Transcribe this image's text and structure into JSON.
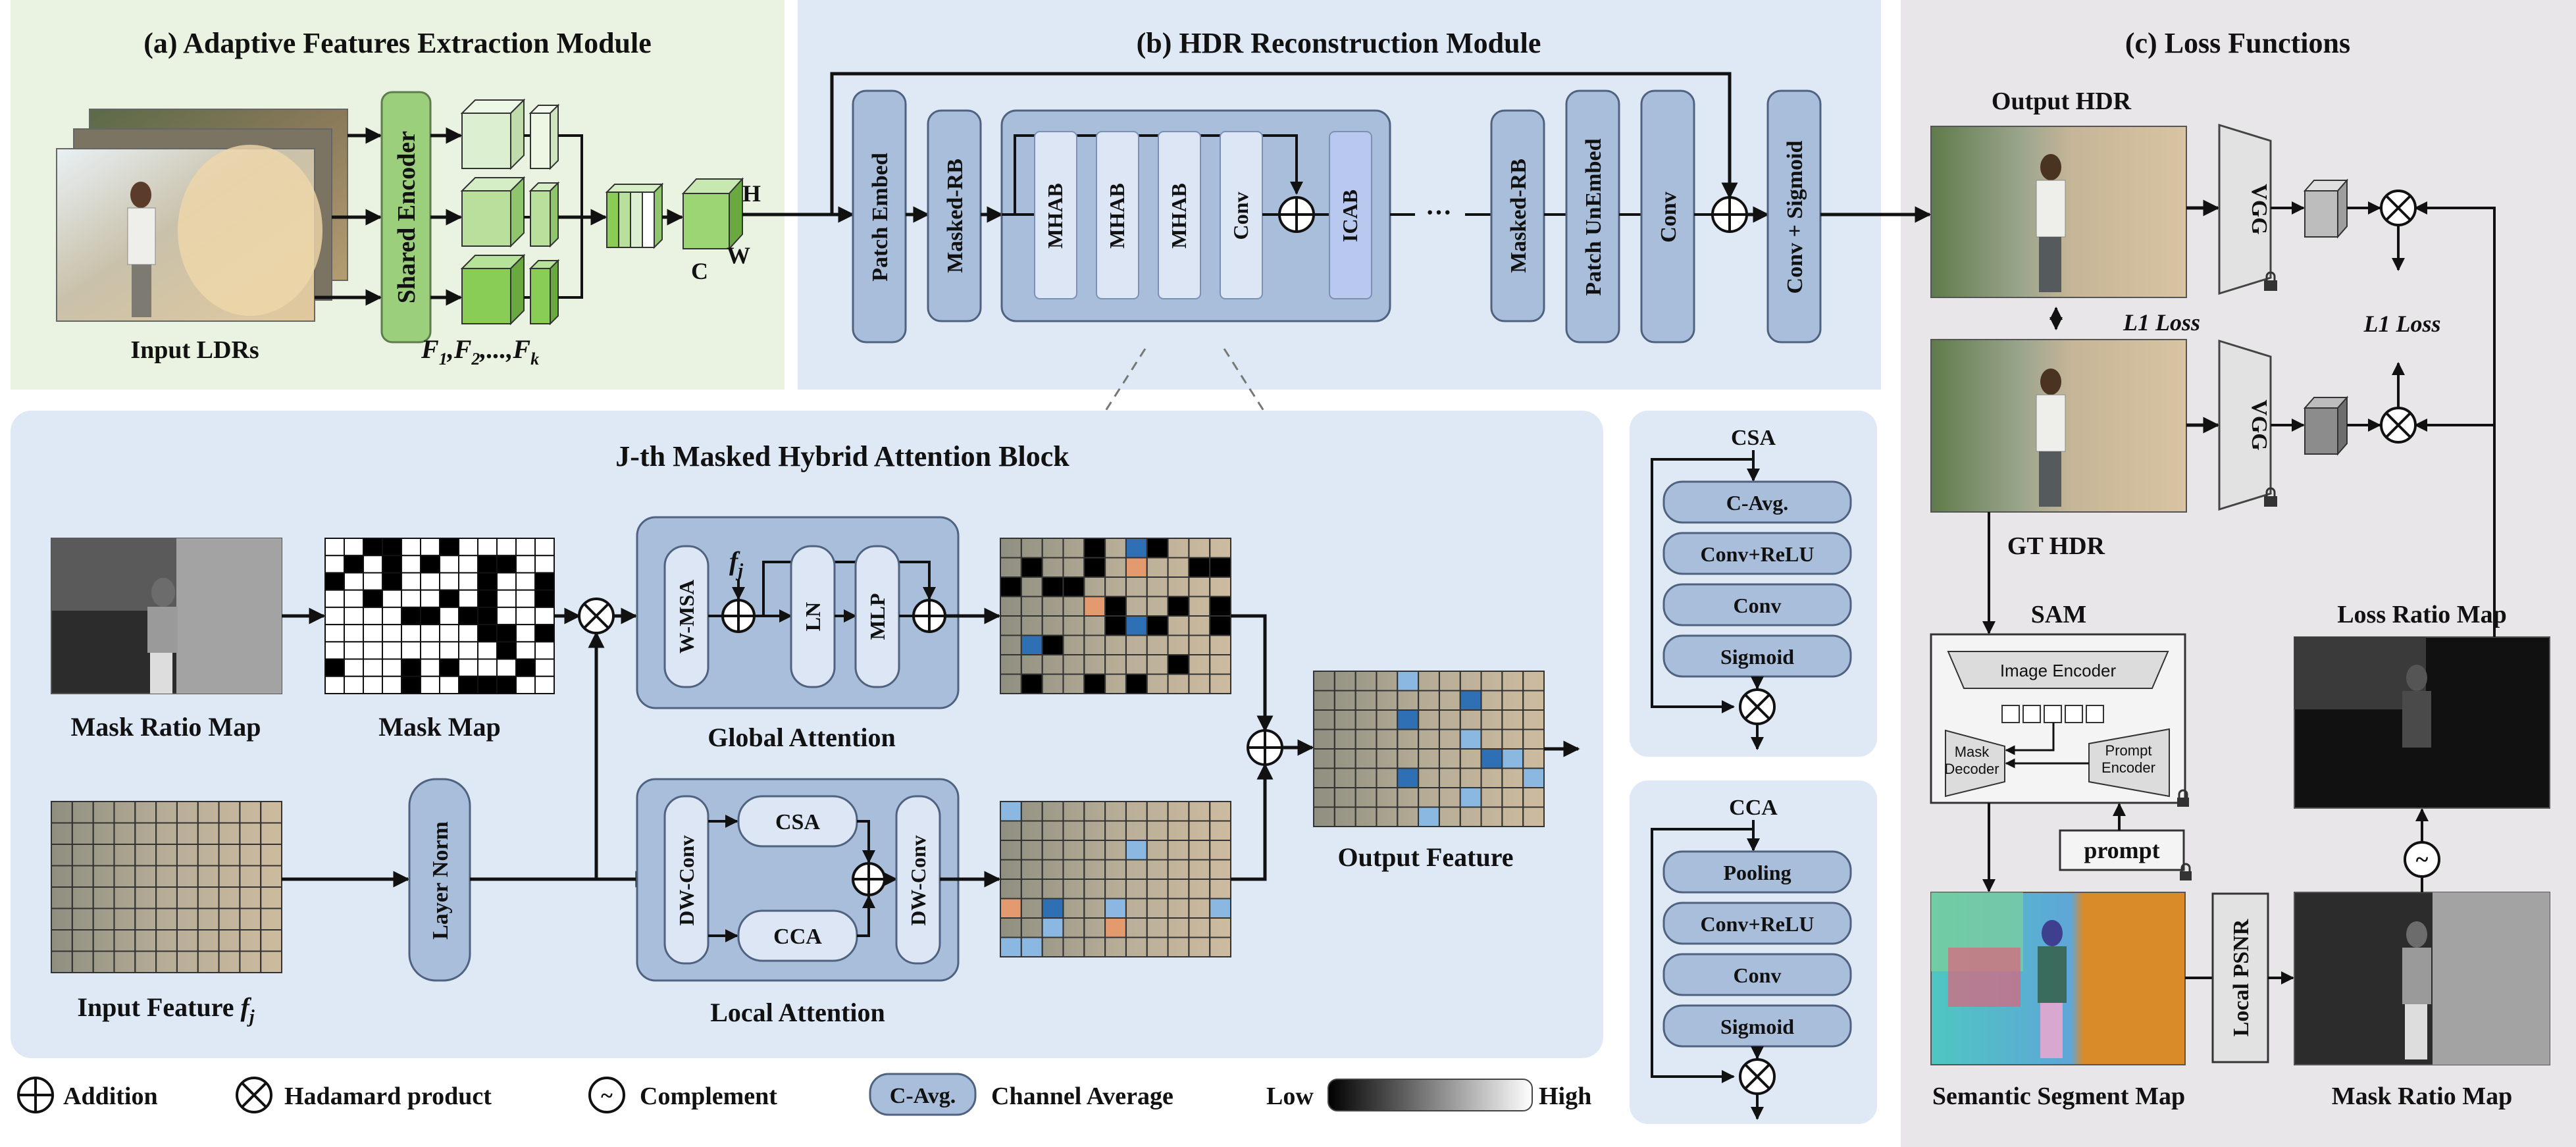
{
  "colors": {
    "panel_a": "#eaf3e2",
    "panel_b": "#dfe8f5",
    "panel_c": "#e8e6e8",
    "block_blue": "#a9bedb",
    "block_light": "#dce6f4",
    "icab": "#b8c8ee",
    "shared_encoder": "#9ccf7c"
  },
  "panel_a": {
    "title": "(a) Adaptive Features Extraction Module",
    "shared_encoder": "Shared Encoder",
    "input_caption": "Input LDRs",
    "dim_h": "H",
    "dim_w": "W",
    "dim_c": "C",
    "features": "F",
    "feat_sub1": "1",
    "feat_sub2": "2",
    "feat_dots": "...,",
    "feat_subk": "k"
  },
  "panel_b": {
    "title": "(b) HDR Reconstruction Module",
    "blocks": [
      "Patch Embed",
      "Masked-RB",
      "MHAB",
      "MHAB",
      "MHAB",
      "Conv",
      "ICAB",
      "Masked-RB",
      "Patch UnEmbed",
      "Conv",
      "Conv + Sigmoid"
    ],
    "ellipsis": "···"
  },
  "panel_c": {
    "title": "(c) Loss Functions",
    "output_hdr": "Output HDR",
    "gt_hdr": "GT HDR",
    "vgg": "VGG",
    "l1_loss": "L1 Loss",
    "sam": "SAM",
    "image_encoder": "Image Encoder",
    "mask_decoder": [
      "Mask",
      "Decoder"
    ],
    "prompt_encoder": [
      "Prompt",
      "Encoder"
    ],
    "prompt": "prompt",
    "loss_ratio_map": "Loss Ratio Map",
    "local_psnr": "Local PSNR",
    "semantic_segment_map": "Semantic Segment Map",
    "mask_ratio_map": "Mask Ratio Map",
    "complement": "~"
  },
  "mhab": {
    "title": "J-th Masked Hybrid Attention Block",
    "mask_ratio_map": "Mask Ratio Map",
    "mask_map": "Mask Map",
    "input_feature": "Input Feature",
    "input_feature_sym": "f",
    "input_feature_sub": "j",
    "fj": "f",
    "fj_sub": "j",
    "w_msa": "W-MSA",
    "ln": "LN",
    "mlp": "MLP",
    "global_attention": "Global Attention",
    "layer_norm": "Layer Norm",
    "dw_conv": "DW-Conv",
    "csa": "CSA",
    "cca": "CCA",
    "local_attention": "Local Attention",
    "output_feature": "Output Feature"
  },
  "csa": {
    "title": "CSA",
    "layers": [
      "C-Avg.",
      "Conv+ReLU",
      "Conv",
      "Sigmoid"
    ]
  },
  "cca": {
    "title": "CCA",
    "layers": [
      "Pooling",
      "Conv+ReLU",
      "Conv",
      "Sigmoid"
    ]
  },
  "legend": {
    "addition": "Addition",
    "hadamard": "Hadamard product",
    "complement_sym": "~",
    "complement": "Complement",
    "cavg_box": "C-Avg.",
    "cavg": "Channel Average",
    "low": "Low",
    "high": "High"
  }
}
